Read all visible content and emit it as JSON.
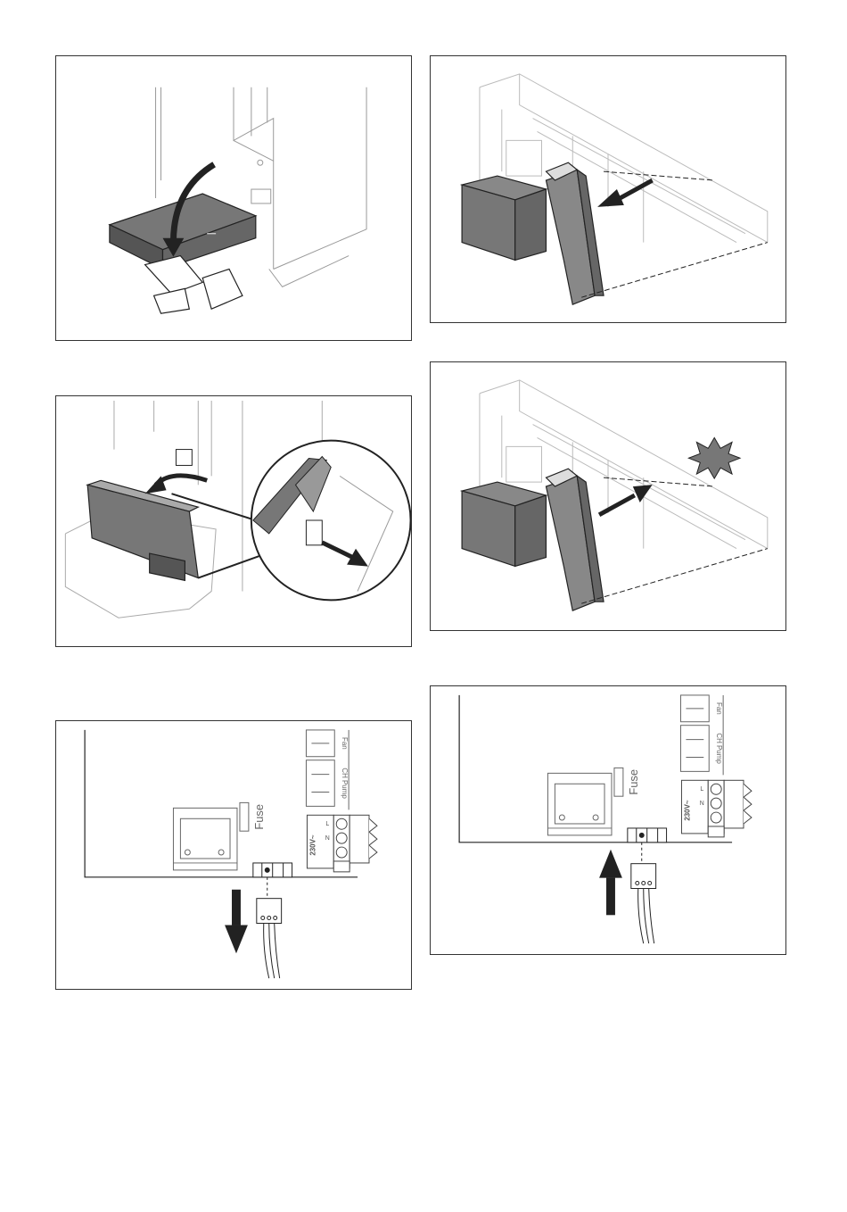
{
  "labels": {
    "fan": "Fan",
    "ch_pump": "CH Pump",
    "fuse": "Fuse",
    "voltage": "230V~",
    "terminal_l": "L",
    "terminal_n": "N"
  },
  "colors": {
    "part_fill": "#777777",
    "part_dark": "#555555",
    "line": "#222222",
    "outline_light": "#bbbbbb",
    "panel_border": "#333333",
    "star_fill": "#777777"
  }
}
